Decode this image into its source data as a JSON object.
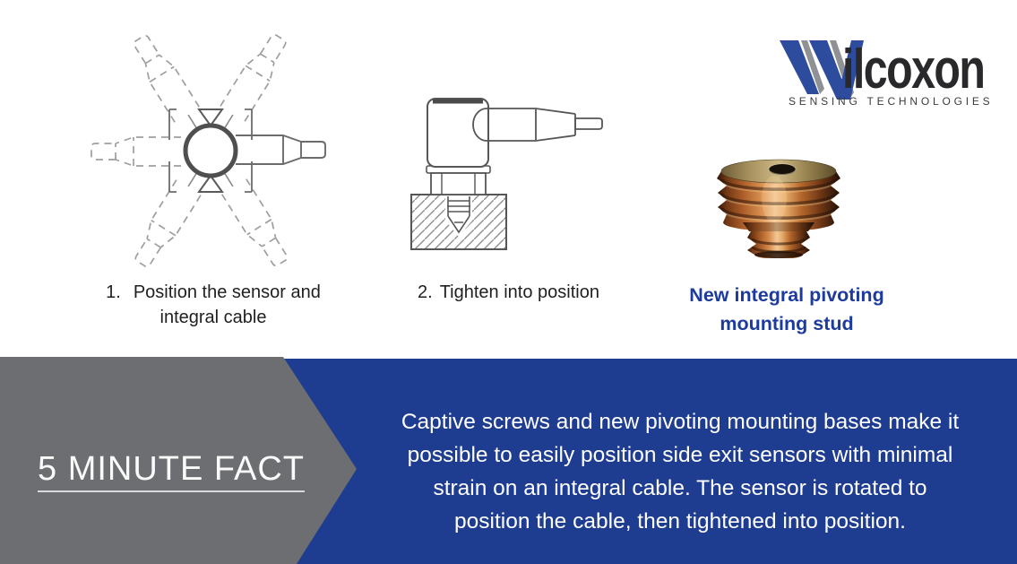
{
  "page": {
    "background": "#ffffff"
  },
  "logo": {
    "wordmark_w": "W",
    "wordmark_rest": "ilcoxon",
    "tagline": "SENSING TECHNOLOGIES",
    "w_blue": "#2e4c9e",
    "w_gray": "#8f9194"
  },
  "steps": {
    "step1": {
      "number": "1.",
      "caption_line1": "Position the sensor and",
      "caption_line2": "integral cable"
    },
    "step2": {
      "number": "2.",
      "caption": "Tighten into position"
    }
  },
  "stud": {
    "caption_line1": "New integral pivoting",
    "caption_line2": "mounting stud",
    "caption_color": "#1c3b9c"
  },
  "fact": {
    "title": "5 MINUTE FACT",
    "lines": [
      "Captive screws and new pivoting mounting bases make it",
      "possible to easily position side exit sensors with minimal",
      "strain on an integral cable. The sensor is rotated to",
      "position the cable, then tightened into position."
    ],
    "band_color": "#1e3c90",
    "chevron_color": "#6d6e71"
  }
}
